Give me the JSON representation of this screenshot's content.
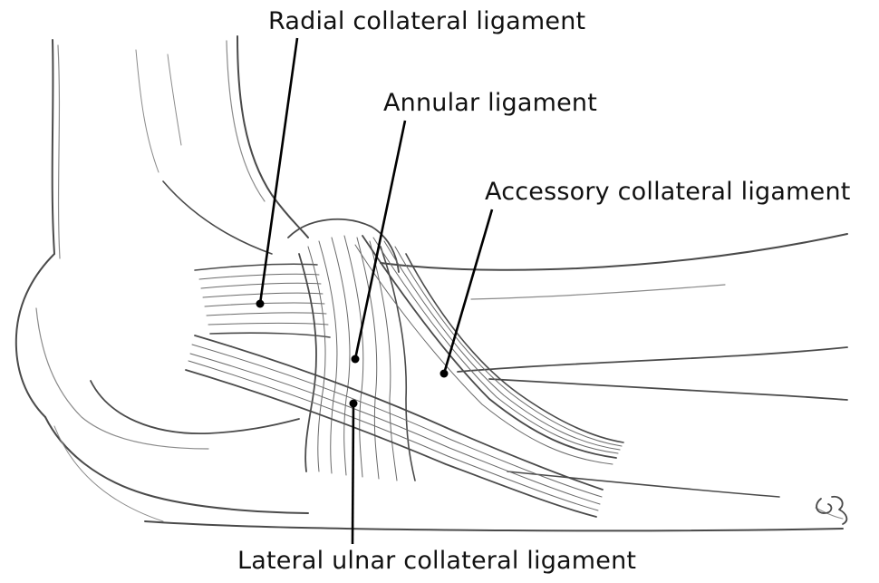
{
  "labels": {
    "radial_collateral": "Radial collateral ligament",
    "annular": "Annular ligament",
    "accessory_collateral": "Accessory collateral ligament",
    "lateral_ulnar_collateral": "Lateral ulnar collateral ligament"
  },
  "colors": {
    "background": "#ffffff",
    "text": "#111111",
    "pencil": "#4a4a4a",
    "leader": "#000000"
  }
}
